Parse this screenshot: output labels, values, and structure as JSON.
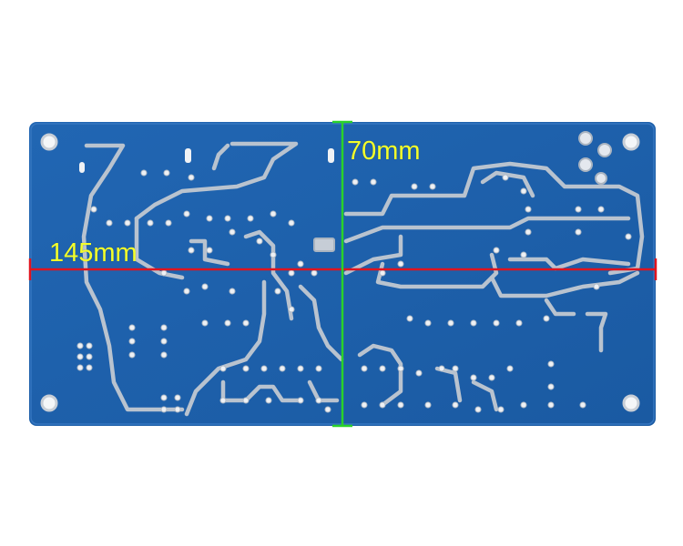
{
  "photo": {
    "subject": "pcb-solder-side",
    "board_color": "#1c5fa9",
    "trace_color": "#b9c3cf",
    "background": "#ffffff"
  },
  "dimensions": {
    "width_label": "145mm",
    "height_label": "70mm",
    "width_line_color": "#e0141e",
    "height_line_color": "#2ad12a",
    "label_color": "#f4ff2a"
  }
}
